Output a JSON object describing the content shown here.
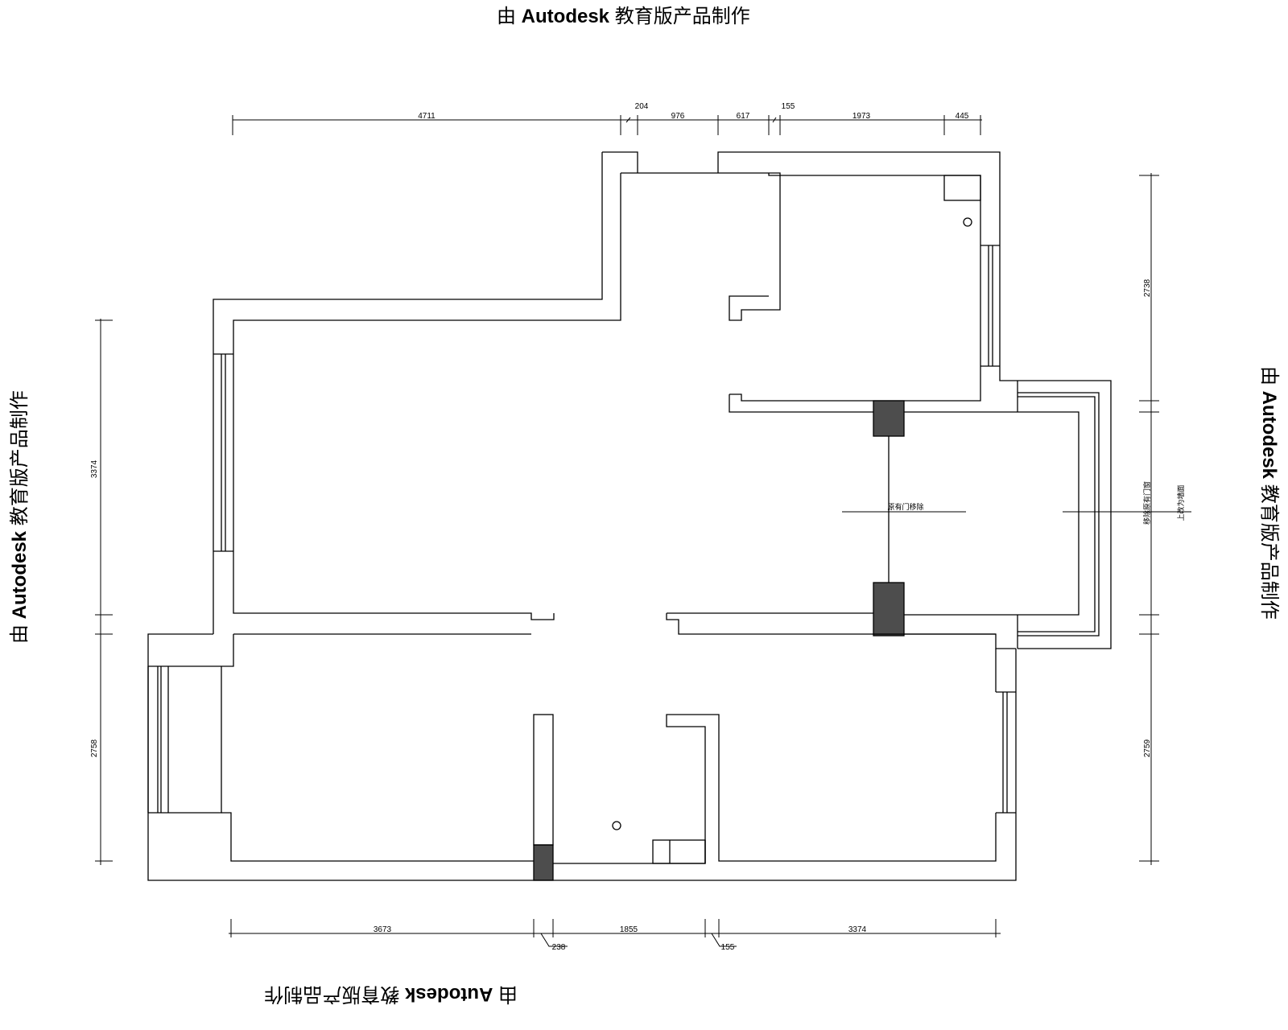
{
  "watermark": {
    "prefix": "由",
    "brand": "Autodesk",
    "suffix": "教育版产品制作"
  },
  "dimensions": {
    "top": [
      "4711",
      "204",
      "976",
      "617",
      "155",
      "1973",
      "445"
    ],
    "bottom": [
      "3673",
      "238",
      "1855",
      "155",
      "3374"
    ],
    "left": [
      "3374",
      "2758"
    ],
    "right": [
      "2738",
      "2759"
    ]
  },
  "notes": {
    "center": "原有门移除",
    "right": [
      "移除原有门窗",
      "上改为墙面"
    ]
  },
  "colors": {
    "wall": "#000000",
    "column_fill": "#4d4d4d",
    "background": "#ffffff"
  }
}
